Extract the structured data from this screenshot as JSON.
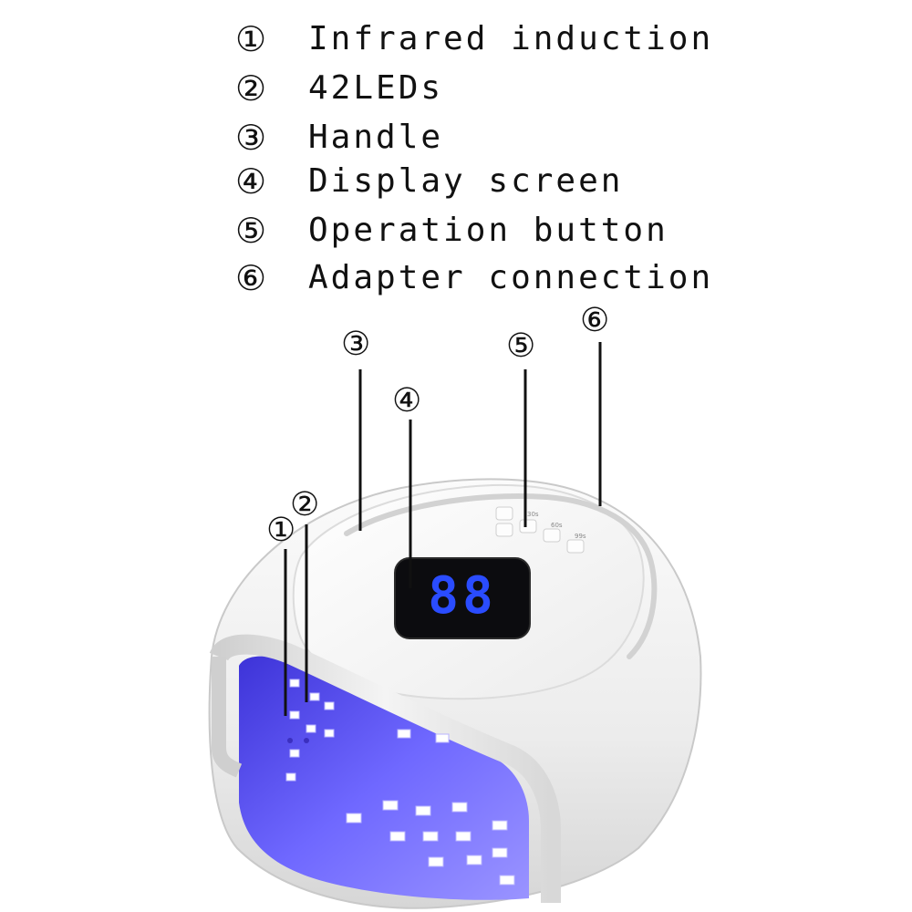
{
  "legend": {
    "items": [
      {
        "num": "①",
        "text": "Infrared induction"
      },
      {
        "num": "②",
        "text": "42LEDs"
      },
      {
        "num": "③",
        "text": "Handle"
      },
      {
        "num": "④",
        "text": "Display screen"
      },
      {
        "num": "⑤",
        "text": "Operation button"
      },
      {
        "num": "⑥",
        "text": "Adapter connection"
      }
    ]
  },
  "callouts": {
    "c1": "①",
    "c2": "②",
    "c3": "③",
    "c4": "④",
    "c5": "⑤",
    "c6": "⑥"
  },
  "device": {
    "display_value": "88",
    "display_color": "#2a4cff",
    "led_color": "#6b63ff",
    "button_labels": [
      "30s",
      "60s",
      "99s"
    ]
  }
}
